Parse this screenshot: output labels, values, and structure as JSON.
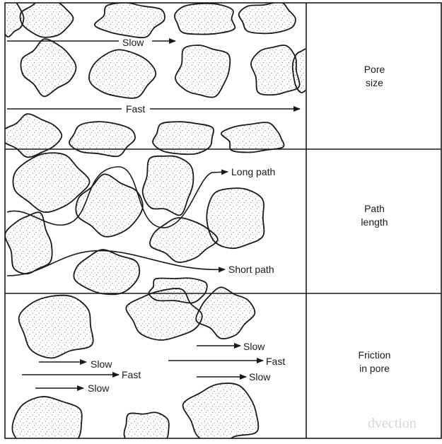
{
  "colors": {
    "ink": "#1a1a1a",
    "grain_fill": "#fbfbfb",
    "background": "#ffffff",
    "bleed_through": "#d6d6d6"
  },
  "panels": [
    {
      "side_label": [
        "Pore",
        "size"
      ],
      "arrow_labels": [
        "Slow",
        "Fast"
      ]
    },
    {
      "side_label": [
        "Path",
        "length"
      ],
      "path_labels": [
        "Long path",
        "Short path"
      ]
    },
    {
      "side_label": [
        "Friction",
        "in pore"
      ],
      "arrow_labels": [
        "Slow",
        "Fast",
        "Slow",
        "Slow",
        "Fast",
        "Slow"
      ]
    }
  ],
  "bleed_through_text": "dvection"
}
